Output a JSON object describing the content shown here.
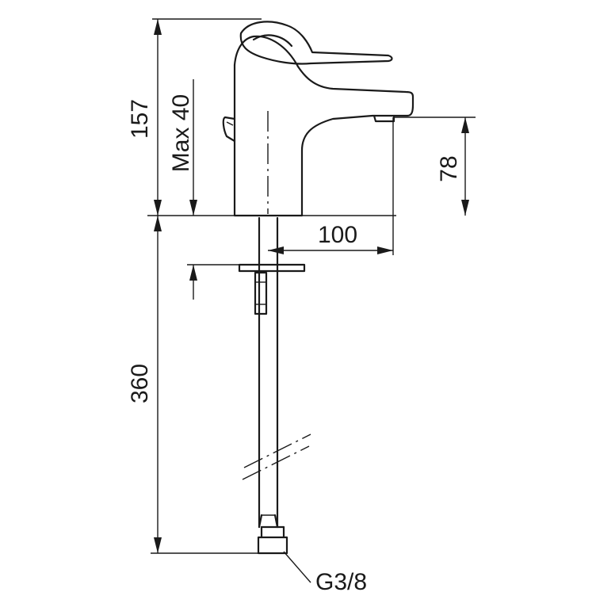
{
  "dimensions": {
    "total_height": "157",
    "max_thickness": "Max 40",
    "spout_height": "78",
    "spout_reach": "100",
    "hose_length": "360",
    "connection_thread": "G3/8"
  },
  "colors": {
    "line": "#1a1a1a",
    "background": "#ffffff"
  }
}
